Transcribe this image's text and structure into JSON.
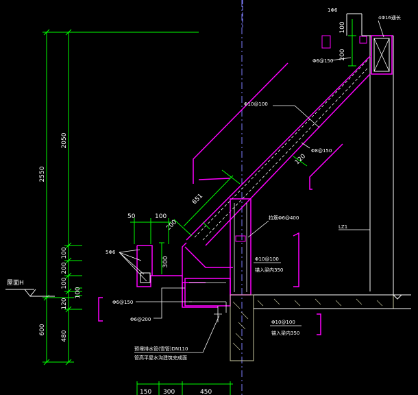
{
  "colors": {
    "background": "#000000",
    "dimension_line": "#00ff00",
    "concrete_outline": "#ff00ff",
    "rebar": "#ffffff",
    "leader": "#ffffff",
    "grid_dashed": "#8080ff",
    "wall_fill": "#c8c8a0"
  },
  "dimensions": {
    "overall_height": "2550",
    "upper_height": "2050",
    "d100_a": "100",
    "d200_a": "200",
    "d100_b": "100",
    "d100_c": "100",
    "d120": "120",
    "d600": "600",
    "d480": "480",
    "d100_top": "100",
    "d200_top": "200",
    "d50": "50",
    "d100_h": "100",
    "d300": "300",
    "d651": "651",
    "d120_slab": "120",
    "d200_corner": "200",
    "d150_bottom": "150",
    "d300_bottom": "300",
    "d450_bottom": "450"
  },
  "labels": {
    "top_bar": "1Φ6",
    "top_right": "4Φ16通长",
    "stirrup_top": "Φ6@150",
    "slab_bar_upper": "Φ10@100",
    "slab_bar_lower": "Φ8@150",
    "gutter_bar": "5Φ6",
    "anchor_bar": "拉筋Φ6@400",
    "wall_bar_1": "Φ10@100",
    "wall_anchor_1": "锚入梁内350",
    "column_label": "LZ1",
    "stirrup_150": "Φ6@150",
    "stirrup_200": "Φ6@200",
    "wall_bar_2": "Φ10@100",
    "wall_anchor_2": "锚入梁内350",
    "drain_note_1": "预埋排水管(雪管)DN110",
    "drain_note_2": "管高平屋水沟建筑完成面",
    "floor_level": "屋面H"
  }
}
